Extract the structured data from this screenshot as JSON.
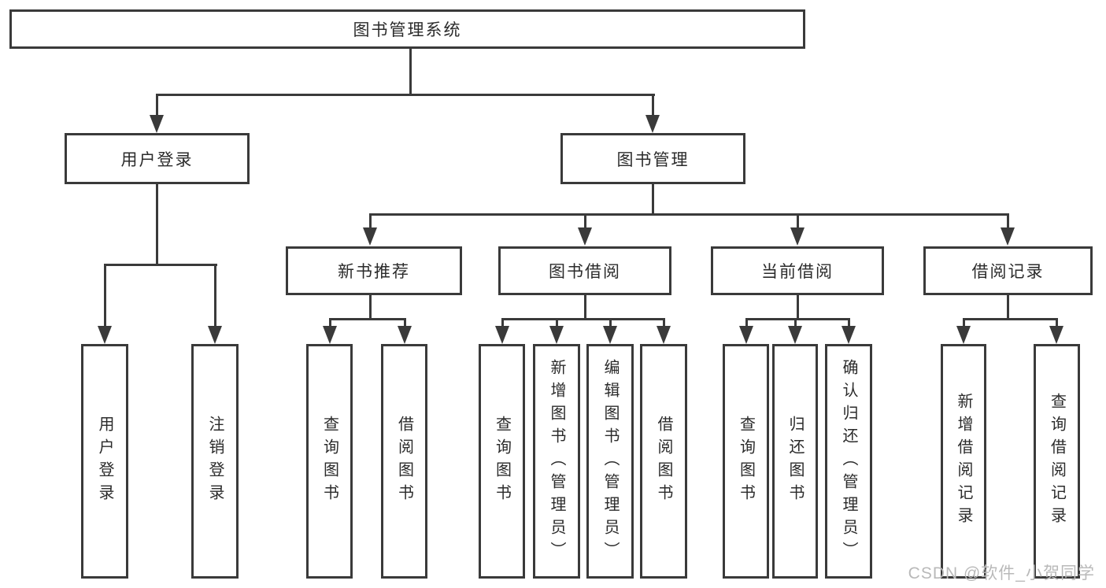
{
  "nodes": {
    "root": {
      "label": "图书管理系统"
    },
    "user_login_group": {
      "label": "用户登录"
    },
    "book_management": {
      "label": "图书管理"
    },
    "new_book_recommend": {
      "label": "新书推荐"
    },
    "book_borrowing": {
      "label": "图书借阅"
    },
    "current_borrowing": {
      "label": "当前借阅"
    },
    "borrowing_records": {
      "label": "借阅记录"
    },
    "user_login": {
      "label": "用户登录"
    },
    "logout": {
      "label": "注销登录"
    },
    "query_books_1": {
      "label": "查询图书"
    },
    "borrow_books_1": {
      "label": "借阅图书"
    },
    "query_books_2": {
      "label": "查询图书"
    },
    "add_book_admin": {
      "label": "新增图书（管理员）"
    },
    "edit_book_admin": {
      "label": "编辑图书（管理员）"
    },
    "borrow_books_2": {
      "label": "借阅图书"
    },
    "query_books_3": {
      "label": "查询图书"
    },
    "return_book": {
      "label": "归还图书"
    },
    "confirm_return_admin": {
      "label": "确认归还（管理员）"
    },
    "add_borrow_record": {
      "label": "新增借阅记录"
    },
    "query_borrow_record": {
      "label": "查询借阅记录"
    }
  },
  "hierarchy": [
    {
      "from": "图书管理系统",
      "to": [
        "用户登录",
        "图书管理"
      ]
    },
    {
      "from": "用户登录",
      "to": [
        "用户登录",
        "注销登录"
      ]
    },
    {
      "from": "图书管理",
      "to": [
        "新书推荐",
        "图书借阅",
        "当前借阅",
        "借阅记录"
      ]
    },
    {
      "from": "新书推荐",
      "to": [
        "查询图书",
        "借阅图书"
      ]
    },
    {
      "from": "图书借阅",
      "to": [
        "查询图书",
        "新增图书（管理员）",
        "编辑图书（管理员）",
        "借阅图书"
      ]
    },
    {
      "from": "当前借阅",
      "to": [
        "查询图书",
        "归还图书",
        "确认归还（管理员）"
      ]
    },
    {
      "from": "借阅记录",
      "to": [
        "新增借阅记录",
        "查询借阅记录"
      ]
    }
  ],
  "watermark": {
    "text": "CSDN @软件_小贺同学"
  },
  "colors": {
    "line": "#3a3a3a",
    "text": "#2b2b2b",
    "watermark": "#b9b9b9",
    "background": "#ffffff"
  }
}
